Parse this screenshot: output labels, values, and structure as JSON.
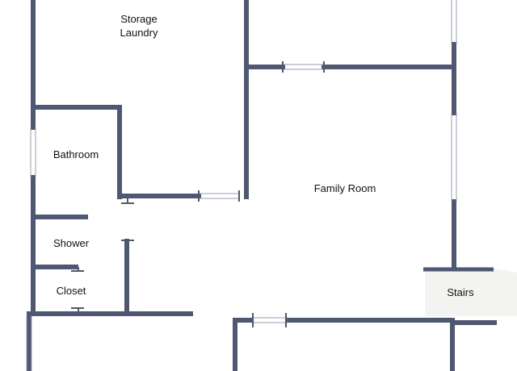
{
  "floor_plan": {
    "rooms": [
      {
        "id": "storage-laundry",
        "label": "Storage\nLaundry"
      },
      {
        "id": "bathroom",
        "label": "Bathroom"
      },
      {
        "id": "family-room",
        "label": "Family Room"
      },
      {
        "id": "shower",
        "label": "Shower"
      },
      {
        "id": "closet",
        "label": "Closet"
      },
      {
        "id": "stairs",
        "label": "Stairs"
      }
    ]
  },
  "colors": {
    "wall": "#4f5873",
    "background": "#ffffff",
    "stairs_fill": "#f3f3f1",
    "window_line": "#9a9fb0"
  }
}
